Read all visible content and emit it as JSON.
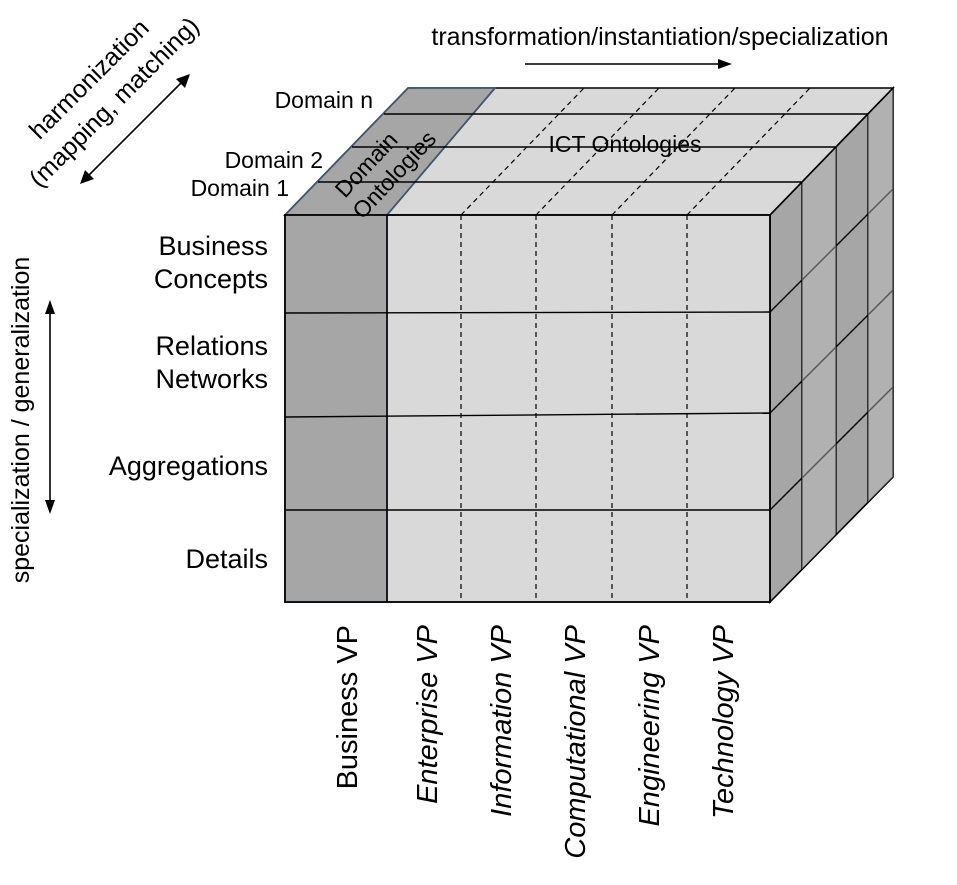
{
  "arrows": {
    "top": "transformation/instantiation/specialization",
    "harmonization_line1": "harmonization",
    "harmonization_line2": "(mapping, matching)",
    "vertical": "specialization / generalization"
  },
  "domains": {
    "n": "Domain n",
    "d2": "Domain 2",
    "d1": "Domain 1"
  },
  "cube_labels": {
    "domain_ontologies_line1": "Domain",
    "domain_ontologies_line2": "Ontologies",
    "ict_ontologies": "ICT Ontologies"
  },
  "rows": [
    {
      "line1": "Business",
      "line2": "Concepts"
    },
    {
      "line1": "Relations",
      "line2": "Networks"
    },
    {
      "line1": "Aggregations"
    },
    {
      "line1": "Details"
    }
  ],
  "columns": [
    "Business VP",
    "Enterprise VP",
    "Information VP",
    "Computational VP",
    "Engineering VP",
    "Technology VP"
  ],
  "colors": {
    "light_face": "#d9d9d9",
    "dark_face": "#a6a6a6",
    "domain_outline": "#44546a"
  }
}
